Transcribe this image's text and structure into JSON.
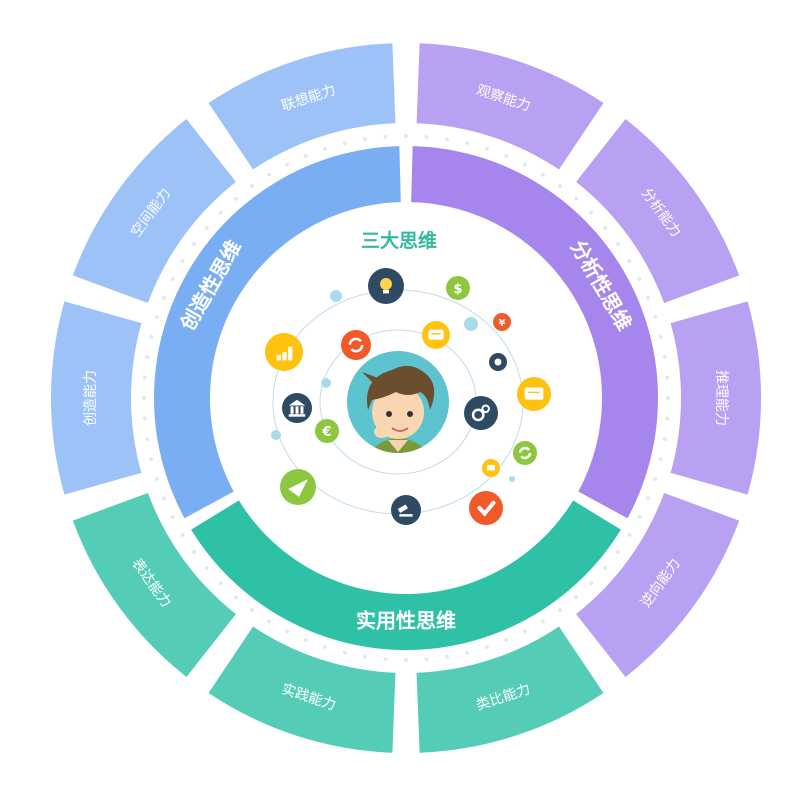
{
  "center": {
    "title": "三大思维",
    "title_color": "#34B9A1"
  },
  "inner_ring": [
    {
      "label": "创造性思维",
      "color": "#7AAEF2"
    },
    {
      "label": "分析性思维",
      "color": "#A685EC"
    },
    {
      "label": "实用性思维",
      "color": "#2FC1A6"
    }
  ],
  "outer_ring": [
    {
      "label": "观察能力",
      "color": "#B8A0F2"
    },
    {
      "label": "分析能力",
      "color": "#B8A0F2"
    },
    {
      "label": "推理能力",
      "color": "#B8A0F2"
    },
    {
      "label": "逆向能力",
      "color": "#B8A0F2"
    },
    {
      "label": "类比能力",
      "color": "#55CDB6"
    },
    {
      "label": "实践能力",
      "color": "#55CDB6"
    },
    {
      "label": "表达能力",
      "color": "#55CDB6"
    },
    {
      "label": "创造能力",
      "color": "#9CC2F7"
    },
    {
      "label": "空间能力",
      "color": "#9CC2F7"
    },
    {
      "label": "联想能力",
      "color": "#9CC2F7"
    }
  ],
  "icons": [
    {
      "name": "lightbulb-icon",
      "color": "#2F4A63",
      "glyph": ""
    },
    {
      "name": "dollar-icon",
      "color": "#8DC63F",
      "glyph": "$"
    },
    {
      "name": "yen-icon",
      "color": "#F05A28",
      "glyph": "¥"
    },
    {
      "name": "chat-icon",
      "color": "#FFC20E",
      "glyph": ""
    },
    {
      "name": "gears-icon",
      "color": "#2F4A63",
      "glyph": ""
    },
    {
      "name": "refresh-icon",
      "color": "#8DC63F",
      "glyph": ""
    },
    {
      "name": "monitor-icon",
      "color": "#FFC20E",
      "glyph": ""
    },
    {
      "name": "check-icon",
      "color": "#F05A28",
      "glyph": ""
    },
    {
      "name": "gavel-icon",
      "color": "#2F4A63",
      "glyph": ""
    },
    {
      "name": "paper-plane-icon",
      "color": "#8DC63F",
      "glyph": ""
    },
    {
      "name": "euro-icon",
      "color": "#8DC63F",
      "glyph": "€"
    },
    {
      "name": "bank-icon",
      "color": "#2F4A63",
      "glyph": ""
    },
    {
      "name": "bar-chart-icon",
      "color": "#FFC20E",
      "glyph": ""
    },
    {
      "name": "cycle-icon",
      "color": "#F05A28",
      "glyph": ""
    },
    {
      "name": "message-icon",
      "color": "#FFC20E",
      "glyph": ""
    },
    {
      "name": "cookie-icon",
      "color": "#2F4A63",
      "glyph": ""
    }
  ]
}
